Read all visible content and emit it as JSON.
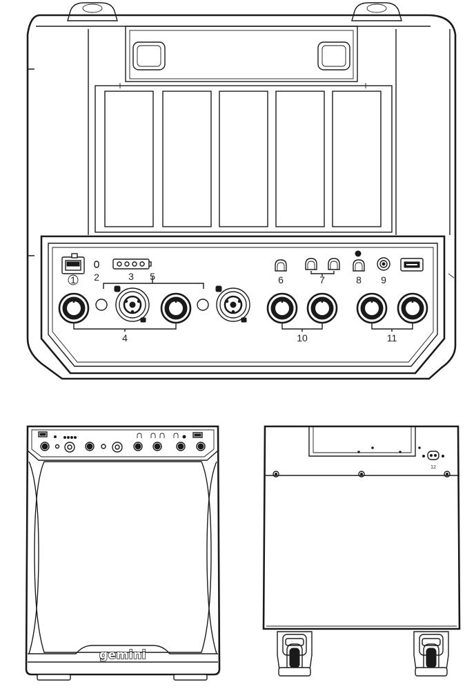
{
  "callouts": {
    "c1": "1",
    "c2": "2",
    "c3": "3",
    "c4": "4",
    "c5": "5",
    "c6": "6",
    "c7": "7",
    "c8": "8",
    "c9": "9",
    "c10": "10",
    "c11": "11",
    "c12": "12"
  },
  "front_view": {
    "brand_logo": "gemini"
  },
  "colors": {
    "line": "#1a1a1a",
    "background": "#ffffff"
  }
}
